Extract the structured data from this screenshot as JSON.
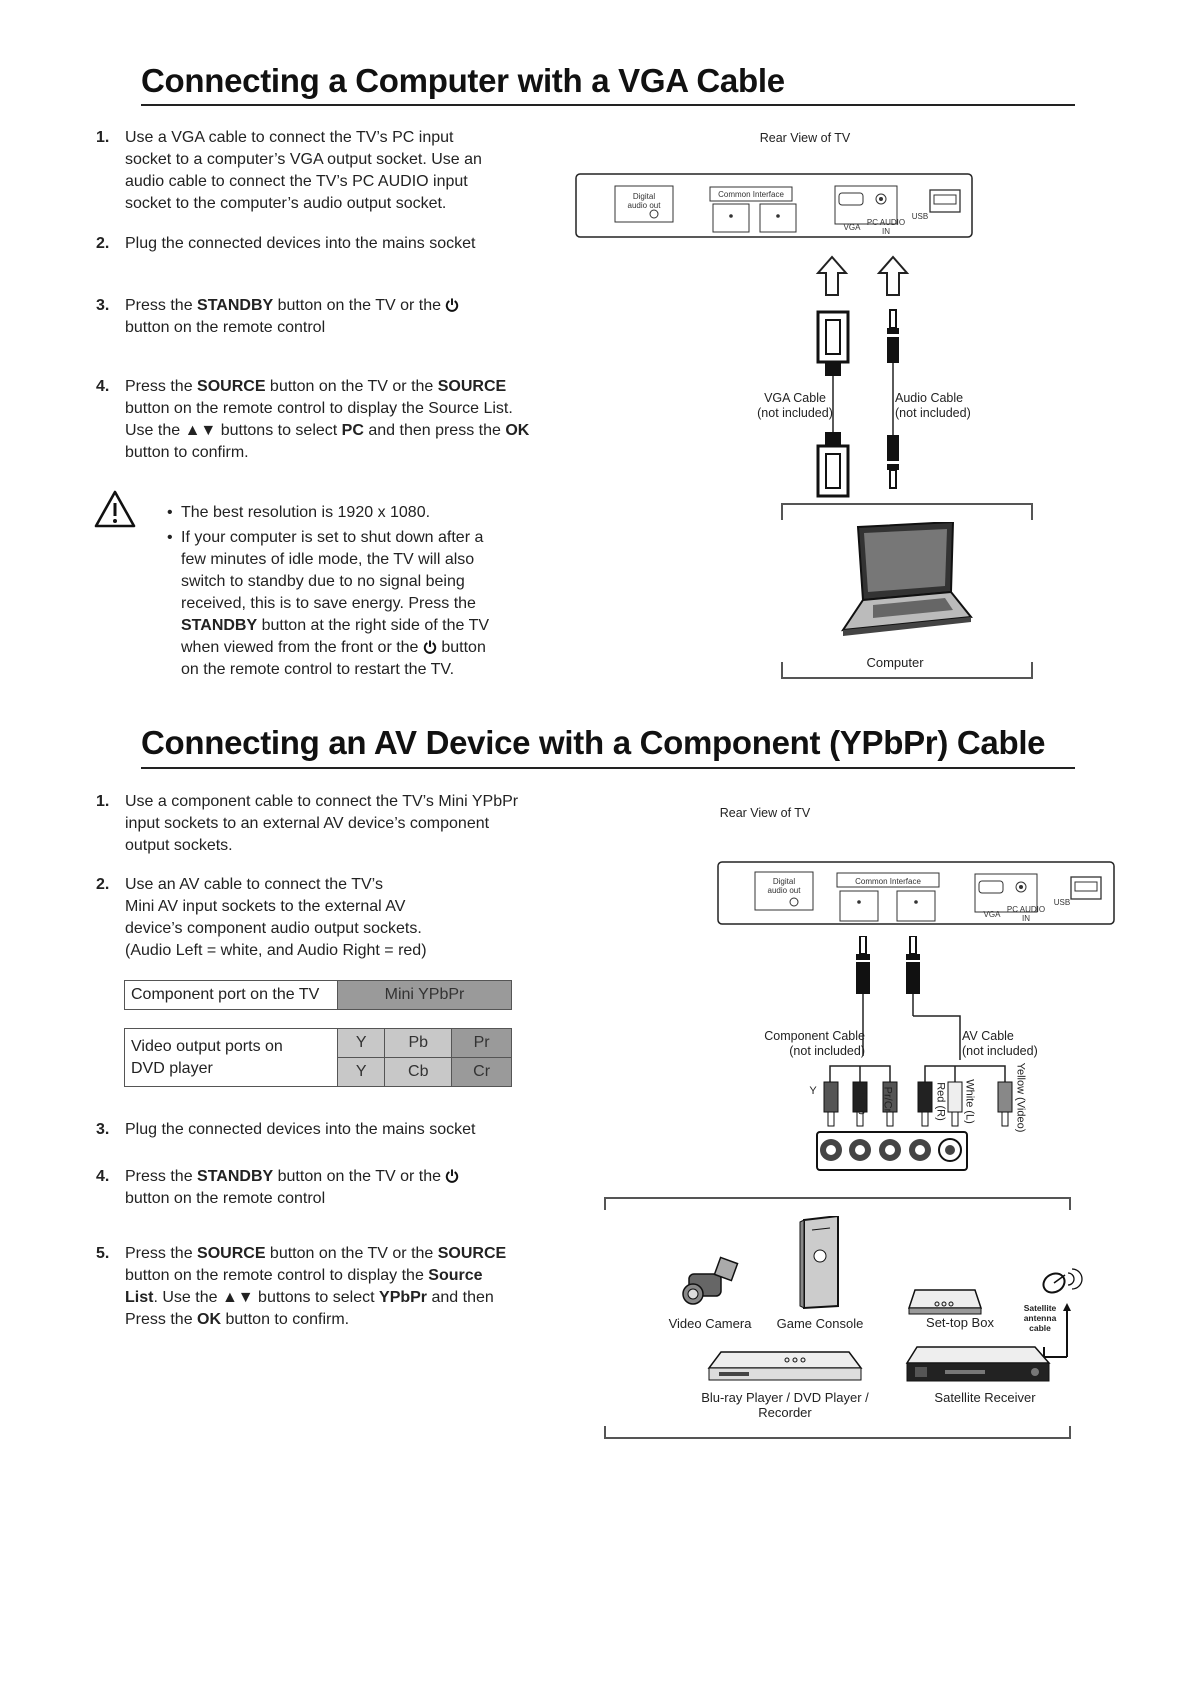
{
  "vga_section": {
    "title": "Connecting a Computer with a VGA Cable",
    "steps": [
      {
        "num": "1.",
        "lines": [
          "Use a VGA cable to connect the TV’s PC input",
          "socket to a computer’s VGA output socket. Use an",
          "audio cable to connect the TV’s PC AUDIO input",
          "socket to the computer’s audio output socket."
        ]
      },
      {
        "num": "2.",
        "line": "Plug the connected devices into the mains socket"
      },
      {
        "num": "3.",
        "a": "Press the ",
        "b": "STANDBY",
        "c": " button on  the TV or the ",
        "d": "button on the remote control"
      },
      {
        "num": "4.",
        "a": "Press the ",
        "b": "SOURCE",
        "c": " button on  the  TV or the ",
        "d": "SOURCE",
        "e": "button on  the remote control to  display the Source List.",
        "f": "Use the ",
        "g": "▲▼",
        "h": " buttons to select  ",
        "i": "PC",
        "j": " and then press the ",
        "k": "OK",
        "l": "button to confirm."
      }
    ],
    "notes": {
      "n1": "The best resolution is 1920 x 1080.",
      "n2_lines": [
        "If your computer is set to shut down after a",
        "few minutes of idle mode, the TV will also",
        "switch to standby due to no signal being",
        "received, this is to save energy. Press the"
      ],
      "n2_b": "STANDBY",
      "n2_c": " button at the right side of the TV",
      "n2_d": "when viewed from the front or the ",
      "n2_e": " button",
      "n2_f": "on the remote control to restart the TV."
    },
    "diagram": {
      "rear_view": "Rear View of TV",
      "digital_audio": [
        "Digital",
        "audio out"
      ],
      "common_interface": "Common Interface",
      "vga_port": "VGA",
      "pc_audio": [
        "PC AUDIO",
        "IN"
      ],
      "usb": "USB",
      "vga_cable": [
        "VGA Cable",
        "(not included)"
      ],
      "audio_cable": [
        "Audio Cable",
        "(not included)"
      ],
      "computer": "Computer"
    }
  },
  "av_section": {
    "title": "Connecting an AV Device with a Component (YPbPr) Cable",
    "steps": [
      {
        "num": "1.",
        "lines": [
          "Use a component cable to connect the TV’s Mini YPbPr",
          "input sockets to an external AV device’s component",
          "output sockets."
        ]
      },
      {
        "num": "2.",
        "lines": [
          "Use an AV cable to connect the TV’s",
          "Mini AV input sockets to the external AV",
          "device’s component audio output sockets.",
          "(Audio Left = white, and Audio Right = red)"
        ]
      },
      {
        "num": "3.",
        "line": "Plug the connected devices into the mains socket"
      },
      {
        "num": "4.",
        "a": "Press the ",
        "b": "STANDBY",
        "c": " button on  the TV or the ",
        "d": "button on the remote control"
      },
      {
        "num": "5.",
        "a": "Press the ",
        "b": "SOURCE",
        "c": " button on  the TV or the ",
        "d": "SOURCE",
        "e": "button on the remote  control to display  the ",
        "f": "Source",
        "g": "List",
        "h": ". Use the ",
        "i": "▲▼",
        "j": " buttons to select  ",
        "k": "YPbPr",
        "l": " and then",
        "m": "Press the ",
        "n": "OK",
        "o": " button to confirm."
      }
    ],
    "table1": {
      "label": "Component port on the TV",
      "value": "Mini YPbPr"
    },
    "table2": {
      "label_lines": [
        "Video output ports on",
        "DVD player"
      ],
      "row1": [
        "Y",
        "Pb",
        "Pr"
      ],
      "row2": [
        "Y",
        "Cb",
        "Cr"
      ]
    },
    "diagram": {
      "rear_view": "Rear View of TV",
      "digital_audio": [
        "Digital",
        "audio out"
      ],
      "common_interface": "Common Interface",
      "vga_port": "VGA",
      "pc_audio": [
        "PC AUDIO",
        "IN"
      ],
      "usb": "USB",
      "component_cable": [
        "Component Cable",
        "(not included)"
      ],
      "av_cable": [
        "AV Cable",
        "(not included)"
      ],
      "plug_labels": [
        "Y",
        "Pb/Cb",
        "Pr/Cr",
        "Red (R)",
        "White (L)",
        "Yellow (Video)"
      ],
      "devices": {
        "video_camera": "Video Camera",
        "game_console": "Game Console",
        "set_top_box": "Set-top Box",
        "satellite_cable": [
          "Satellite",
          "antenna",
          "cable"
        ],
        "bluray": [
          "Blu-ray Player / DVD Player /",
          "Recorder"
        ],
        "satellite_receiver": "Satellite Receiver"
      }
    }
  }
}
